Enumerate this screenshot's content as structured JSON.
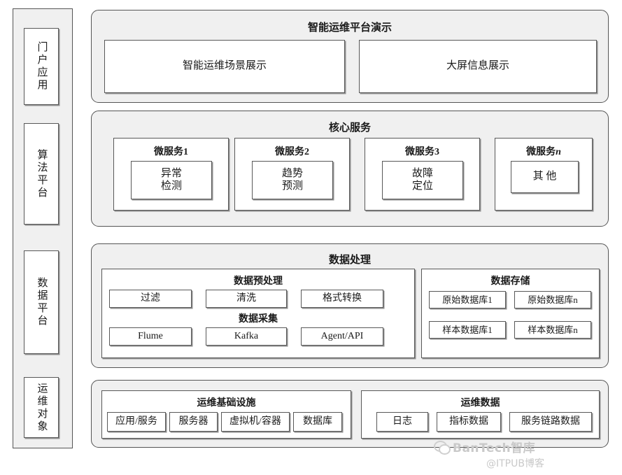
{
  "left_rail": {
    "items": [
      {
        "label": "门户应用",
        "name": "rail-item-portal-app"
      },
      {
        "label": "算法平台",
        "name": "rail-item-algorithm-platform"
      },
      {
        "label": "数据平台",
        "name": "rail-item-data-platform"
      },
      {
        "label": "运维对象",
        "name": "rail-item-ops-object"
      }
    ]
  },
  "panels": {
    "demo": {
      "title": "智能运维平台演示",
      "boxes": [
        {
          "label": "智能运维场景展示"
        },
        {
          "label": "大屏信息展示"
        }
      ]
    },
    "core_service": {
      "title": "核心服务",
      "microservices": [
        {
          "title": "微服务",
          "index": "1",
          "inner": "异常\n检测",
          "inner_line1": "异常",
          "inner_line2": "检测"
        },
        {
          "title": "微服务",
          "index": "2",
          "inner_line1": "趋势",
          "inner_line2": "预测"
        },
        {
          "title": "微服务",
          "index": "3",
          "inner_line1": "故障",
          "inner_line2": "定位"
        },
        {
          "title": "微服务",
          "index": "n",
          "inner_line1": "其 他",
          "inner_line2": ""
        }
      ]
    },
    "data_processing": {
      "title": "数据处理",
      "preprocess": {
        "title": "数据预处理",
        "items": [
          "过滤",
          "清洗",
          "格式转换"
        ]
      },
      "collection": {
        "title": "数据采集",
        "items": [
          "Flume",
          "Kafka",
          "Agent/API"
        ]
      },
      "storage": {
        "title": "数据存储",
        "items": [
          "原始数据库1",
          "原始数据库n",
          "样本数据库1",
          "样本数据库n"
        ]
      }
    },
    "ops_layer": {
      "infrastructure": {
        "title": "运维基础设施",
        "items": [
          "应用/服务",
          "服务器",
          "虚拟机/容器",
          "数据库"
        ]
      },
      "ops_data": {
        "title": "运维数据",
        "items": [
          "日志",
          "指标数据",
          "服务链路数据"
        ]
      }
    }
  },
  "watermark": {
    "brand": "BanTech智库",
    "source": "@ITPUB博客"
  },
  "colors": {
    "panel_fill": "#f0f0f0",
    "box_fill": "#ffffff",
    "border": "#585858",
    "shadow": "#8f8f8f",
    "watermark": "#c9c9c9"
  }
}
